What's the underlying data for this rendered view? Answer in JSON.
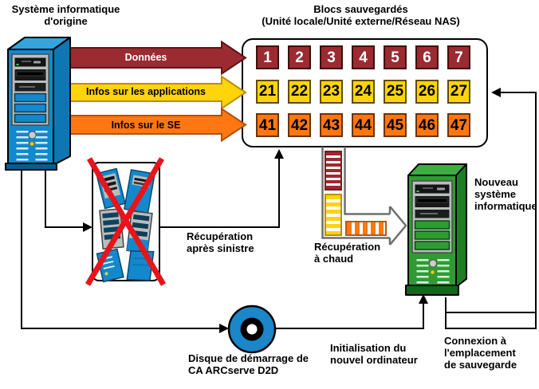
{
  "origin_system": {
    "label_line1": "Système informatique",
    "label_line2": "d'origine"
  },
  "backup_box": {
    "title_line1": "Blocs sauvegardés",
    "title_line2": "(Unité locale/Unité externe/Réseau NAS)",
    "rows": [
      {
        "name": "data-blocks",
        "values": [
          "1",
          "2",
          "3",
          "4",
          "5",
          "6",
          "7"
        ]
      },
      {
        "name": "app-blocks",
        "values": [
          "21",
          "22",
          "23",
          "24",
          "25",
          "26",
          "27"
        ]
      },
      {
        "name": "os-blocks",
        "values": [
          "41",
          "42",
          "43",
          "44",
          "45",
          "46",
          "47"
        ]
      }
    ]
  },
  "flow_arrows": {
    "data_label": "Données",
    "apps_label": "Infos sur les applications",
    "os_label": "Infos sur le SE"
  },
  "labels": {
    "disaster_recovery": [
      "Récupération",
      "après sinistre"
    ],
    "hot_recovery": [
      "Récupération",
      "à chaud"
    ],
    "new_system": [
      "Nouveau",
      "système",
      "informatique"
    ],
    "boot_disk": [
      "Disque de démarrage de",
      "CA ARCserve D2D"
    ],
    "init_new_computer": [
      "Initialisation du",
      "nouvel ordinateur"
    ],
    "connect_backup": [
      "Connexion à",
      "l'emplacement",
      "de sauvegarde"
    ]
  },
  "icons": {
    "origin_computer": "tower-pc",
    "failed_computer": "broken-tower-pc",
    "new_computer": "tower-pc",
    "boot_disc": "cd-disc",
    "red_cross": "x-cross"
  },
  "colors": {
    "data_red": "#9C2A31",
    "apps_yellow": "#FFD408",
    "os_orange": "#FF7712",
    "origin_blue": "#1488CC",
    "new_green": "#2E9C32",
    "disc_blue": "#1B86C8",
    "cross_red": "#E8141C"
  }
}
